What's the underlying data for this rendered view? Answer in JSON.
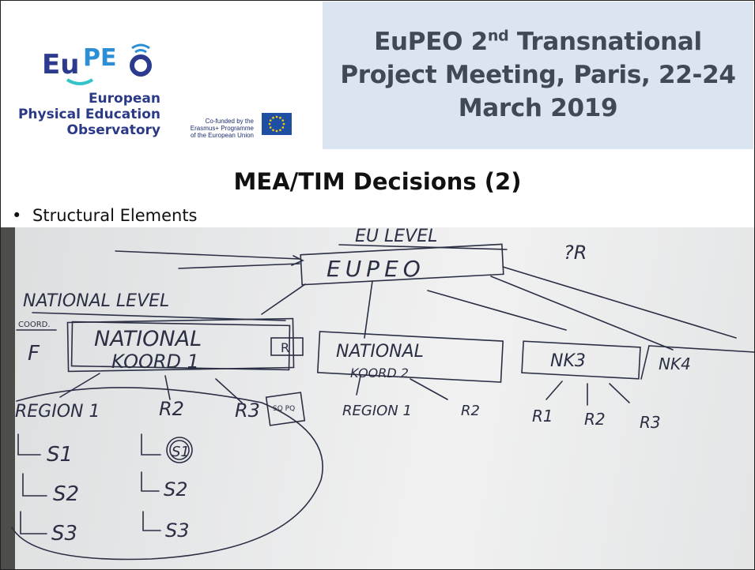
{
  "logo": {
    "wordmark": "EuPEO",
    "name_lines": [
      "European",
      "Physical Education",
      "Observatory"
    ],
    "cofunded_lines": [
      "Co-funded by the",
      "Erasmus+ Programme",
      "of the European Union"
    ]
  },
  "header": {
    "title_pre": "EuPEO 2",
    "title_sup": "nd",
    "title_post": " Transnational",
    "title_line2": "Project Meeting, Paris, 22-24",
    "title_line3": "March 2019"
  },
  "slide": {
    "subtitle": "MEA/TIM Decisions (2)",
    "bullet_symbol": "•",
    "bullet_text": "Structural Elements"
  },
  "whiteboard": {
    "eu_level": "EU LEVEL",
    "eupeo": "EUPEO",
    "question": "?R",
    "national_level": "NATIONAL LEVEL",
    "coord_note": "COORD.",
    "f_label": "F",
    "nat1_line1": "NATIONAL",
    "nat1_line2": "KOORD 1",
    "r_box": "R",
    "nat2_line1": "NATIONAL",
    "nat2_line2": "KOORD 2",
    "nk3": "NK3",
    "nk4": "NK4",
    "region1": "REGION 1",
    "r2": "R2",
    "r3": "R3",
    "rq_box": "SQ PQ",
    "region1b": "REGION 1",
    "r2b": "R2",
    "r1c": "R1",
    "r2c": "R2",
    "r3c": "R3",
    "s1a": "S1",
    "s2a": "S2",
    "s3a": "S3",
    "s1b": "S1",
    "s2b": "S2",
    "s3b": "S3"
  }
}
